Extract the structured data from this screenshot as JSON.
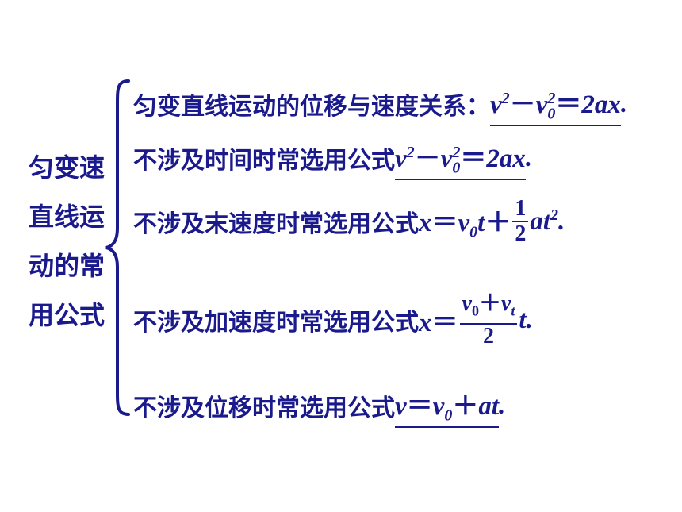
{
  "side_title": [
    "匀变速",
    "直线运",
    "动的常",
    "用公式"
  ],
  "lines": [
    {
      "text": "匀变直线运动的位移与速度关系：",
      "formula_label": "v²－v₀²＝2ax"
    },
    {
      "text": "不涉及时间时常选用公式",
      "formula_label": "v²－v₀²＝2ax"
    },
    {
      "text": "不涉及末速度时常选用公式",
      "formula_label": "x＝v₀t＋½at²"
    },
    {
      "text": "不涉及加速度时常选用公式",
      "formula_label": "x＝(v₀＋vₜ)/2·t"
    },
    {
      "text": "不涉及位移时常选用公式",
      "formula_label": "v＝v₀＋at"
    }
  ],
  "colors": {
    "text": "#1a1a8c",
    "background": "#ffffff"
  }
}
